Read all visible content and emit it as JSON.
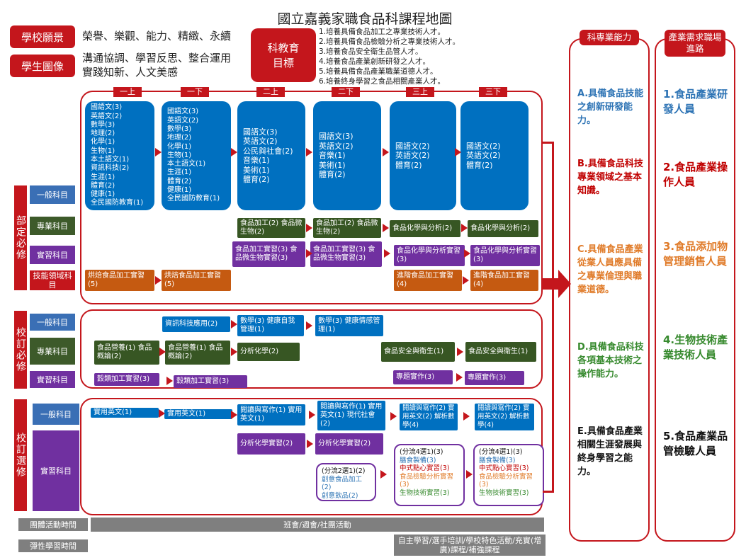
{
  "title": "國立嘉義家職食品科課程地圖",
  "vision": {
    "label": "學校願景",
    "text": "榮譽、樂觀、能力、精緻、永續"
  },
  "student": {
    "label": "學生圖像",
    "line1": "溝通協調、學習反思、整合運用",
    "line2": "實踐知新、人文美感"
  },
  "edu_goal": {
    "label_line1": "科教育",
    "label_line2": "目標",
    "goals": [
      "1.培養具備食品加工之專業技術人才。",
      "2.培養具備食品檢驗分析之專業技術人才。",
      "3.培養食品安全衛生品管人才。",
      "4.培養食品產業創新研發之人才。",
      "5.培養具備食品產業職業道德人才。",
      "6.培養終身學習之食品相關產業人才。"
    ]
  },
  "grades": [
    "一上",
    "一下",
    "二上",
    "二下",
    "三上",
    "三下"
  ],
  "sections": {
    "s1": "部定必修",
    "s2": "校訂必修",
    "s3": "校訂選修"
  },
  "cats": {
    "general": "一般科目",
    "pro": "專業科目",
    "prac": "實習科目",
    "skill": "技能領域科目"
  },
  "s1": {
    "general": [
      [
        "國語文(3)",
        "英語文(2)",
        "數學(3)",
        "地理(2)",
        "化學(1)",
        "生物(1)",
        "本土語文(1)",
        "資訊科技(2)",
        "生涯(1)",
        "體育(2)",
        "健康(1)",
        "全民國防教育(1)"
      ],
      [
        "國語文(3)",
        "英語文(2)",
        "數學(3)",
        "地理(2)",
        "化學(1)",
        "生物(1)",
        "本土語文(1)",
        "生涯(1)",
        "體育(2)",
        "健康(1)",
        "全民國防教育(1)"
      ],
      [
        "國語文(3)",
        "英語文(2)",
        "公民與社會(2)",
        "音樂(1)",
        "美術(1)",
        "體育(2)"
      ],
      [
        "國語文(3)",
        "英語文(2)",
        "音樂(1)",
        "美術(1)",
        "體育(2)"
      ],
      [
        "國語文(2)",
        "英語文(2)",
        "體育(2)"
      ],
      [
        "國語文(2)",
        "英語文(2)",
        "體育(2)"
      ]
    ],
    "pro": {
      "g3": "食品加工(2) 食品微生物(2)",
      "g4": "食品加工(2) 食品微生物(2)",
      "g5": "食品化學與分析(2)",
      "g6": "食品化學與分析(2)"
    },
    "prac": {
      "g3": "食品加工實習(3) 食品微生物實習(3)",
      "g4": "食品加工實習(3) 食品微生物實習(3)",
      "g5": "食品化學與分析實習(3)",
      "g6": "食品化學與分析實習(3)"
    },
    "skill": {
      "g1": "烘焙食品加工實習(5)",
      "g2": "烘焙食品加工實習(5)",
      "g5": "進階食品加工實習(4)",
      "g6": "進階食品加工實習(4)"
    }
  },
  "s2": {
    "general": {
      "g2": "資訊科技應用(2)",
      "g3": "數學(3) 健康自我管理(1)",
      "g4": "數學(3) 健康情感管理(1)"
    },
    "pro": {
      "g1": "食品營養(1) 食品概論(2)",
      "g2": "食品營養(1) 食品概論(2)",
      "g3": "分析化學(2)",
      "g5": "食品安全與衛生(1)",
      "g6": "食品安全與衛生(1)"
    },
    "prac": {
      "g1": "穀類加工實習(3)",
      "g2": "穀類加工實習(3)",
      "g5": "專題實作(3)",
      "g6": "專題實作(3)"
    }
  },
  "s3": {
    "general": {
      "g1": "實用英文(1)",
      "g2": "實用英文(1)",
      "g3": "閱讀與寫作(1) 實用英文(1)",
      "g4": "閱讀與寫作(1) 實用英文(1) 現代社會(2)",
      "g5": "閱讀與寫作(2) 實用英文(2) 解析數學(4)",
      "g6": "閱讀與寫作(2) 實用英文(2) 解析數學(4)"
    },
    "prac": {
      "g3": "分析化學實習(2)",
      "g4": "分析化學實習(2)",
      "g4b": {
        "head": "(分流2選1)(2)",
        "items": [
          "創意食品加工(2)",
          "創意飲品(2)"
        ]
      },
      "g5": {
        "head": "(分流4選1)(3)",
        "items": [
          "膳食製備(3)",
          "中式點心實習(3)",
          "食品檢驗分析實習(3)",
          "生物技術實習(3)"
        ]
      },
      "g6": {
        "head": "(分流4選1)(3)",
        "items": [
          "膳食製備(3)",
          "中式點心實習(3)",
          "食品檢驗分析實習(3)",
          "生物技術實習(3)"
        ]
      }
    }
  },
  "bottom": {
    "group_label": "團體活動時間",
    "group_text": "班會/週會/社團活動",
    "flex_label": "彈性學習時間",
    "flex_text": "自主學習/選手培訓/學校特色活動/充實(增廣)課程/補強課程"
  },
  "abilities": {
    "header": "科專業能力",
    "items": [
      "A.具備食品技能之創新研發能力。",
      "B.具備食品科技專業領域之基本知識。",
      "C.具備食品產業從業人員應具備之專業倫理與職業道德。",
      "D.具備食品科技各項基本技術之操作能力。",
      "E.具備食品產業相關生涯發展與終身學習之能力。"
    ]
  },
  "careers": {
    "header": "產業需求職場進路",
    "items": [
      "1.食品產業研發人員",
      "2.食品產業操作人員",
      "3.食品添加物管理銷售人員",
      "4.生物技術產業技術人員",
      "5.食品產業品管檢驗人員"
    ]
  },
  "colors": {
    "red": "#c4161c",
    "blue": "#0070c0",
    "green": "#375623",
    "purple": "#7030a0",
    "orange": "#c55a11",
    "grey": "#7f7f7f"
  }
}
